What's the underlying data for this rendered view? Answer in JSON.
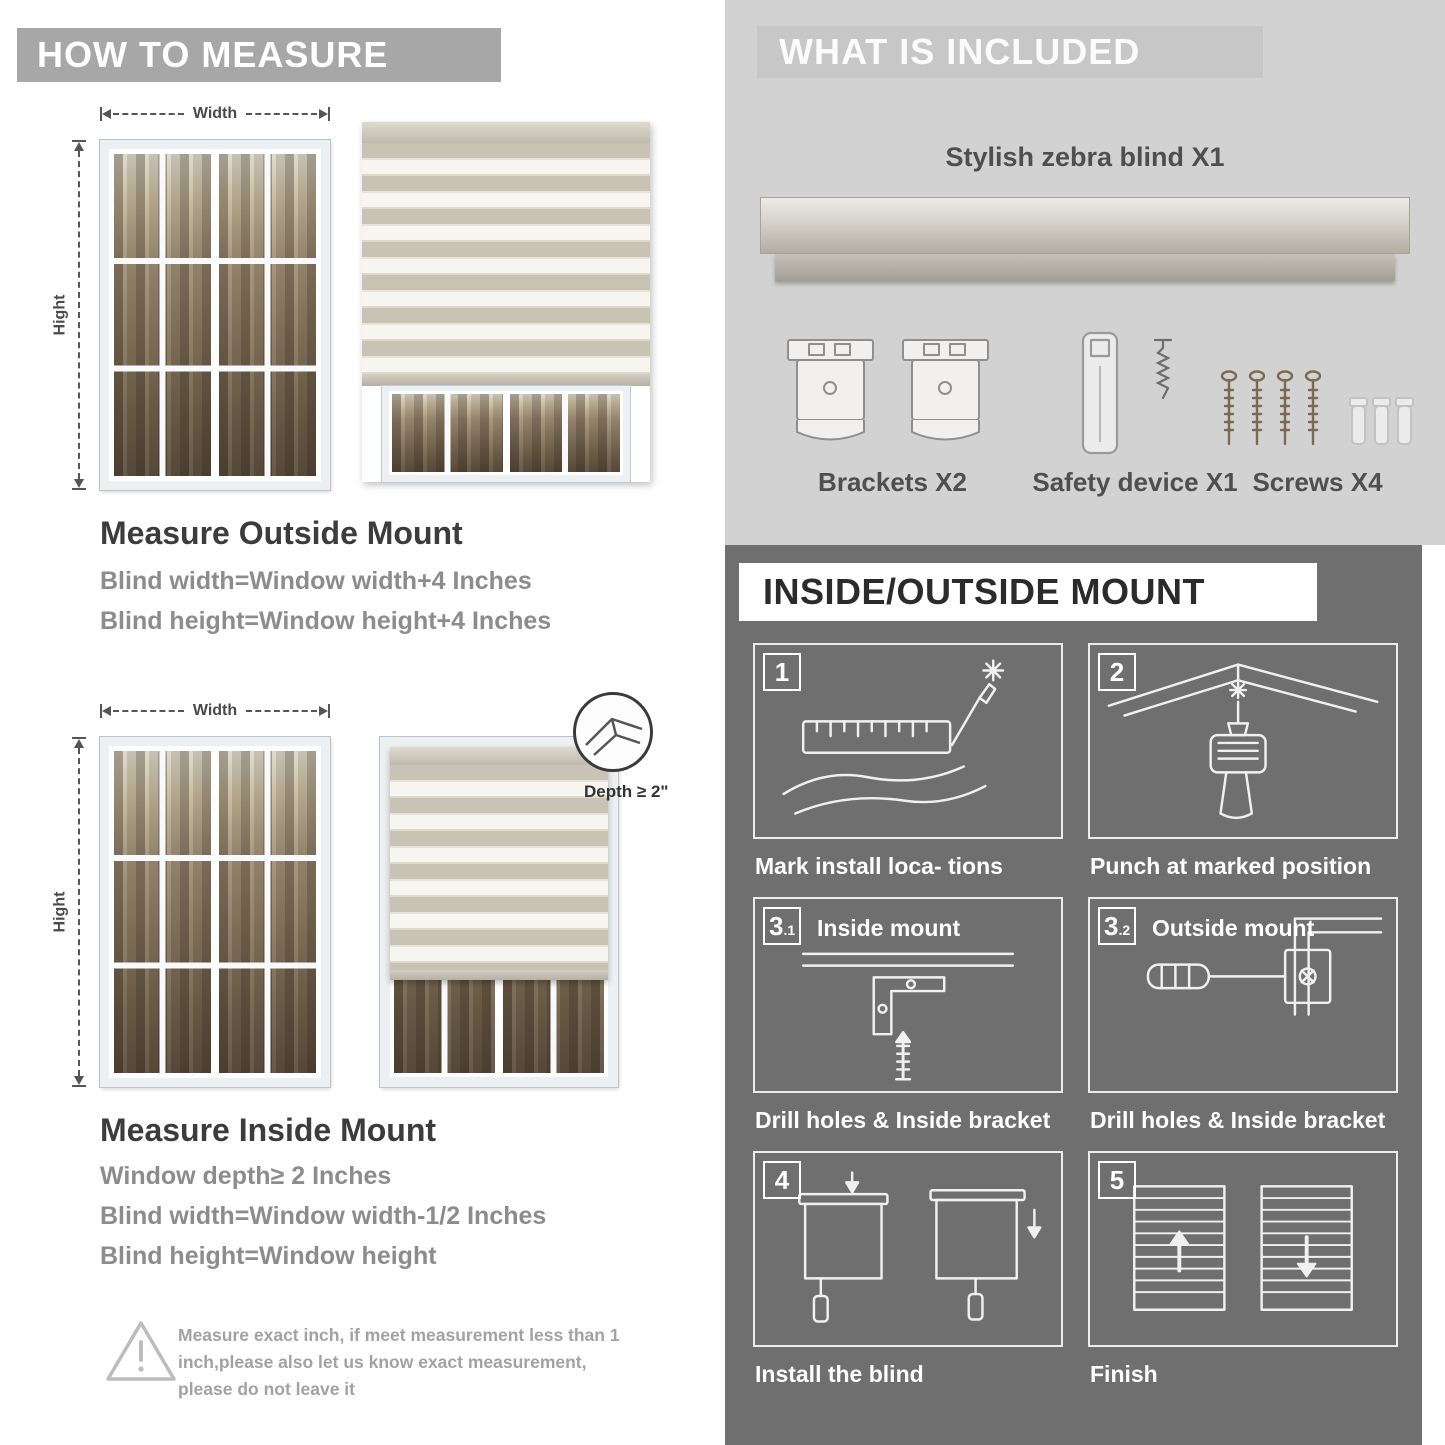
{
  "colors": {
    "left_header_bg": "#a7a7a7",
    "included_bg": "#d2d2d2",
    "included_header_bg": "#c7c7c7",
    "mount_bg": "#6f6f6f",
    "stripe_gray": "#c9c3b5",
    "heading_text": "#3c3c3c",
    "formula_text": "#8c8c8c"
  },
  "left": {
    "header": "HOW TO MEASURE",
    "outside": {
      "width_label": "Width",
      "height_label": "Hight",
      "title": "Measure Outside Mount",
      "line1": "Blind width=Window width+4 Inches",
      "line2": "Blind height=Window height+4 Inches"
    },
    "inside": {
      "width_label": "Width",
      "height_label": "Hight",
      "depth_callout": "Depth ≥ 2\"",
      "title": "Measure Inside Mount",
      "line1": "Window depth≥ 2 Inches",
      "line2": "Blind width=Window width-1/2 Inches",
      "line3": "Blind height=Window height"
    },
    "warning": {
      "icon": "!",
      "text": "Measure exact inch, if meet measurement less than 1 inch,please also let us know exact measurement, please do not leave it"
    }
  },
  "included": {
    "header": "WHAT IS INCLUDED",
    "product_label": "Stylish zebra blind X1",
    "items": [
      {
        "label": "Brackets X2",
        "icon": "bracket-icon"
      },
      {
        "label": "Safety device X1",
        "icon": "safety-device-icon"
      },
      {
        "label": "Screws X4",
        "icon": "screws-icon"
      }
    ]
  },
  "mount": {
    "header": "INSIDE/OUTSIDE MOUNT",
    "steps": [
      {
        "num": "1",
        "caption": "Mark install loca- tions"
      },
      {
        "num": "2",
        "caption": "Punch at  marked position"
      },
      {
        "num": "3",
        "sub": ".1",
        "title": "Inside mount",
        "caption": "Drill holes &  Inside bracket"
      },
      {
        "num": "3",
        "sub": ".2",
        "title": "Outside mount",
        "caption": "Drill holes &  Inside bracket"
      },
      {
        "num": "4",
        "caption": "Install the blind"
      },
      {
        "num": "5",
        "caption": "Finish"
      }
    ]
  }
}
